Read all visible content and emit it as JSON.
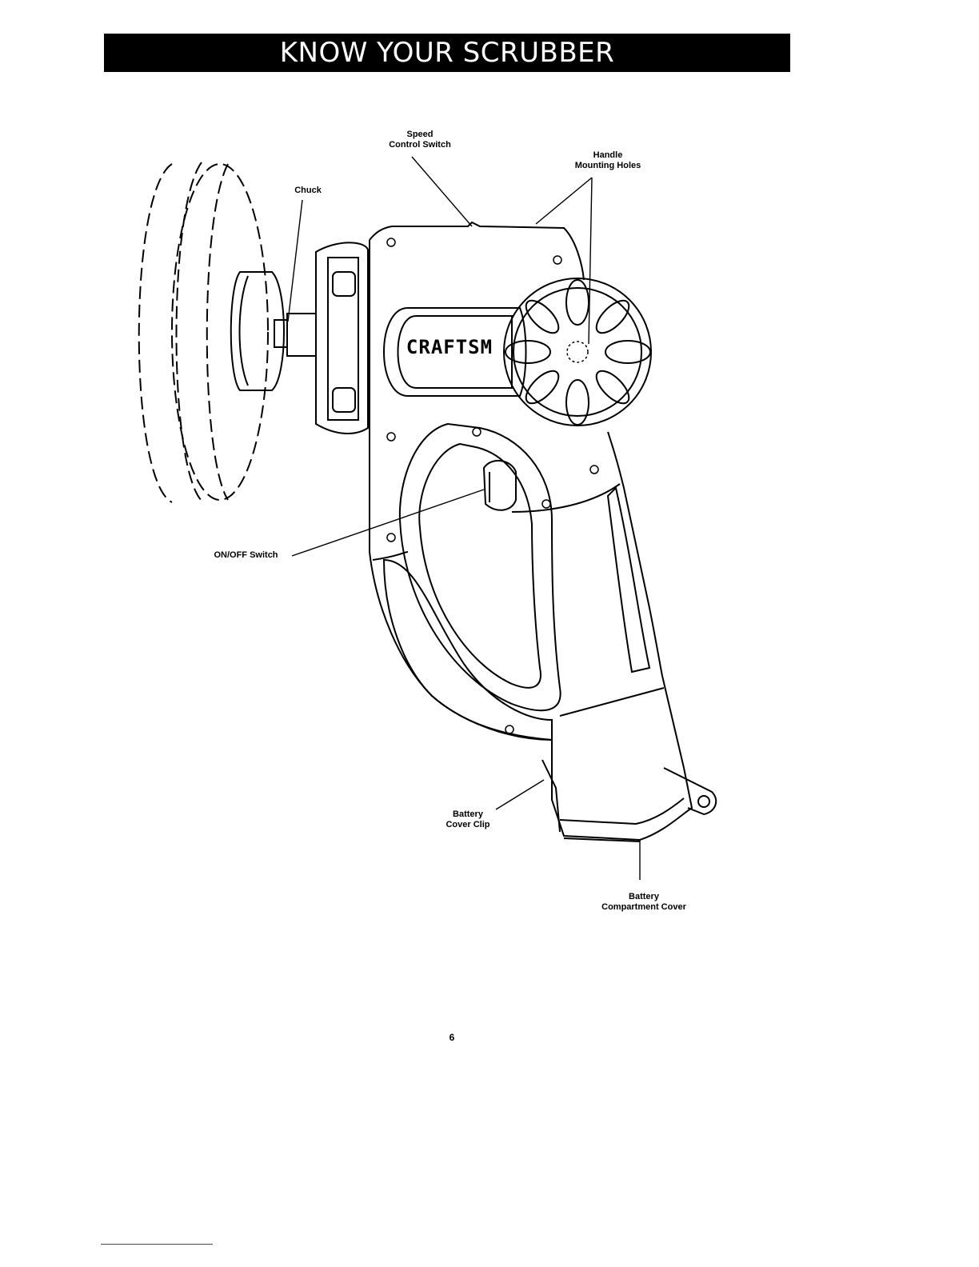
{
  "header": {
    "title": "KNOW YOUR SCRUBBER"
  },
  "brand": {
    "logo_text": "CRAFTSM"
  },
  "labels": {
    "speed_control": [
      "Speed",
      "Control Switch"
    ],
    "handle_mounting": [
      "Handle",
      "Mounting Holes"
    ],
    "chuck": "Chuck",
    "on_off": "ON/OFF Switch",
    "battery_cover_clip": [
      "Battery",
      "Cover Clip"
    ],
    "battery_compartment": [
      "Battery",
      "Compartment Cover"
    ]
  },
  "footer": {
    "page_number": "6"
  }
}
